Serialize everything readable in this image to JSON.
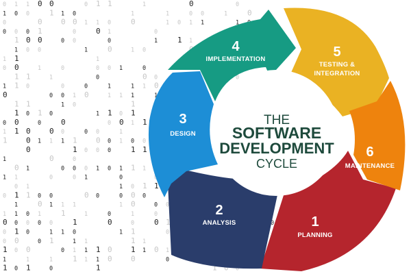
{
  "colors": {
    "planning": "#b5252d",
    "analysis": "#2a3d6b",
    "design": "#1d8ed6",
    "implementation": "#169b83",
    "testing": "#eab223",
    "maintenance": "#ee830d",
    "center_text": "#1e4a3c",
    "binary_dark": "#222222",
    "binary_light": "#c6c6c6"
  },
  "center": {
    "line1": "THE",
    "line2": "SOFTWARE",
    "line3": "DEVELOPMENT",
    "line4": "CYCLE"
  },
  "stages": [
    {
      "key": "planning",
      "number": "1",
      "label": "PLANNING",
      "icon": "none"
    },
    {
      "key": "analysis",
      "number": "2",
      "label": "ANALYSIS",
      "icon": "none"
    },
    {
      "key": "design",
      "number": "3",
      "label": "DESIGN",
      "icon": "none"
    },
    {
      "key": "implementation",
      "number": "4",
      "label": "IMPLEMENTATION",
      "icon": "none"
    },
    {
      "key": "testing",
      "number": "5",
      "label_line1": "TESTING &",
      "label_line2": "INTEGRATION",
      "icon": "none"
    },
    {
      "key": "maintenance",
      "number": "6",
      "label": "MAINTENANCE",
      "icon": "none"
    }
  ]
}
